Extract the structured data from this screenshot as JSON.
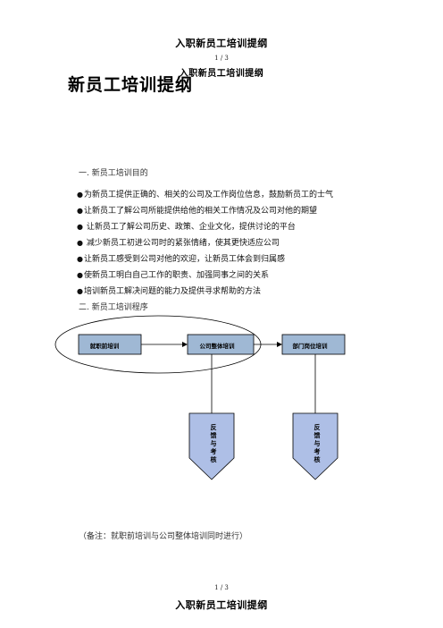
{
  "header": {
    "top_title": "入职新员工培训提纲",
    "page_number_top": "1 / 3",
    "repeat_title": "入职新员工培训提纲"
  },
  "doc": {
    "title": "新员工培训提纲"
  },
  "section1": {
    "heading": "一. 新员工培训目的",
    "bullet_glyph": "●",
    "items": [
      "为新员工提供正确的、相关的公司及工作岗位信息，鼓励新员工的士气",
      "让新员工了解公司所能提供给他的相关工作情况及公司对他的期望",
      " 让新员工了解公司历史、政策、企业文化，提供讨论的平台",
      " 减少新员工初进公司时的紧张情绪，使其更快适应公司",
      "让新员工感受到公司对他的欢迎，让新员工体会到归属感",
      "使新员工明白自己工作的职责、加强同事之间的关系",
      "培训新员工解决问题的能力及提供寻求帮助的方法"
    ]
  },
  "section2": {
    "heading": "二. 新员工培训程序",
    "flow": {
      "step1": "就职前培训",
      "step2": "公司整体培训",
      "step3": "部门岗位培训",
      "feedback1": "反馈与考核",
      "feedback2": "反馈与考核"
    },
    "note": "（备注：就职前培训与公司整体培训同时进行）"
  },
  "footer": {
    "page_number": "1 / 3",
    "title": "入职新员工培训提纲"
  },
  "colors": {
    "box_fill": "#9fb8d4",
    "arrow_fill": "#aebfe6",
    "stroke": "#000000"
  }
}
